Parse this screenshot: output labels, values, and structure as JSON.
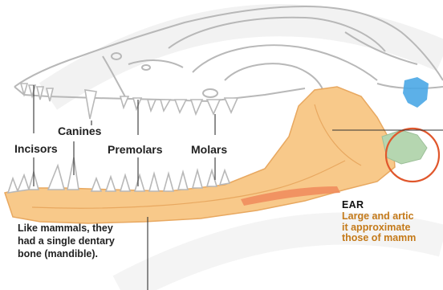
{
  "labels": {
    "incisors": "Incisors",
    "canines": "Canines",
    "premolars": "Premolars",
    "molars": "Molars"
  },
  "caption": {
    "line1": "Like mammals, they",
    "line2": "had a single dentary",
    "line3": "bone (mandible)."
  },
  "ear": {
    "title": "EAR",
    "line1": "Large and artic",
    "line2": "it approximate",
    "line3": "those of mamm"
  },
  "colors": {
    "skull_stroke": "#b8b8b8",
    "mandible_fill": "#f8c98a",
    "ear_ring": "#e0572c",
    "ear_bone": "#b5d6b0",
    "blue_bone": "#4aa7e6",
    "leader": "#333333"
  }
}
